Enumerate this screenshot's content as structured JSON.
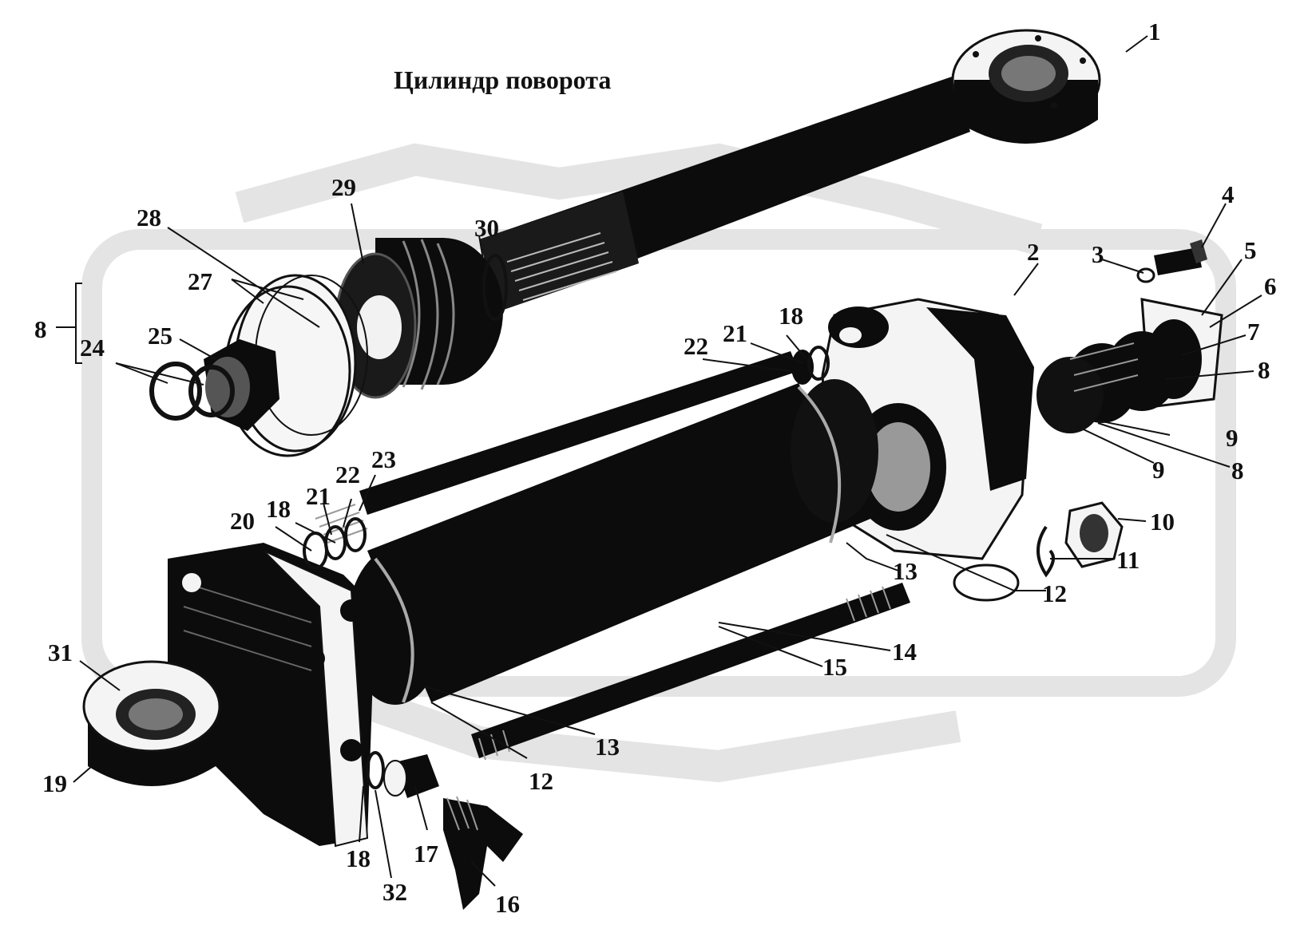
{
  "title": "Цилиндр поворота",
  "callouts": [
    "1",
    "2",
    "3",
    "4",
    "5",
    "6",
    "7",
    "8",
    "8",
    "8",
    "9",
    "9",
    "10",
    "11",
    "12",
    "12",
    "13",
    "13",
    "14",
    "15",
    "16",
    "17",
    "18",
    "18",
    "18",
    "19",
    "20",
    "21",
    "21",
    "22",
    "22",
    "23",
    "24",
    "25",
    "27",
    "28",
    "29",
    "30",
    "31",
    "32"
  ],
  "colors": {
    "part": "#0c0c0c",
    "metal": "#f2f2f2",
    "watermark": "#e2e2e2",
    "line": "#111111"
  }
}
